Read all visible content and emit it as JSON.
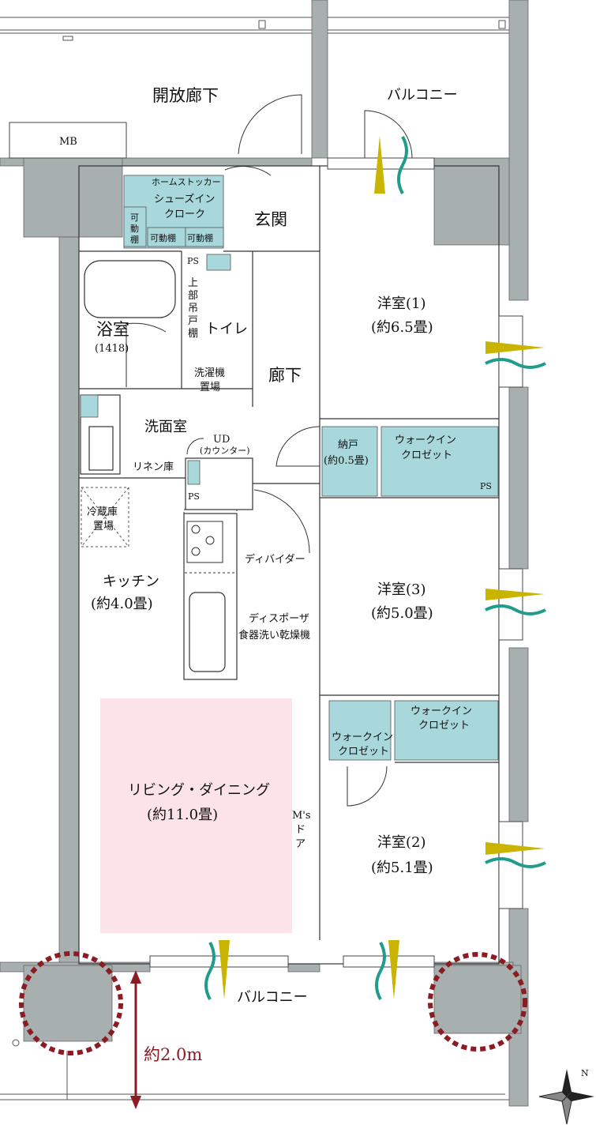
{
  "colors": {
    "wall": "#a7afaf",
    "storage": "#a9d8dc",
    "living": "#fce3e8",
    "yellow": "#c9b400",
    "teal": "#1f9c8c",
    "dimension": "#8b1c24"
  },
  "labels": {
    "open_corridor": "開放廊下",
    "balcony_top": "バルコニー",
    "mb": "MB",
    "home_stocker": "ホームストッカー",
    "shoes_in_1": "シューズイン",
    "shoes_in_2": "クローク",
    "movable_shelf": "可動棚",
    "movable_shelf_v": [
      "可",
      "動",
      "棚"
    ],
    "entrance": "玄関",
    "ps": "PS",
    "upper_cabinet": [
      "上",
      "部",
      "吊",
      "戸",
      "棚"
    ],
    "toilet": "トイレ",
    "bath": "浴室",
    "bath_size": "(1418)",
    "washer_1": "洗濯機",
    "washer_2": "置場",
    "hallway": "廊下",
    "washroom": "洗面室",
    "ud": "UD",
    "counter": "(カウンター)",
    "linen": "リネン庫",
    "fridge_1": "冷蔵庫",
    "fridge_2": "置場",
    "divider": "ディバイダー",
    "kitchen": "キッチン",
    "kitchen_size": "(約4.0畳)",
    "disposer": "ディスポーザ",
    "dishwasher": "食器洗い乾燥機",
    "room1": "洋室(1)",
    "room1_size": "(約6.5畳)",
    "nando": "納戸",
    "nando_size": "(約0.5畳)",
    "wic_1": "ウォークイン",
    "wic_2": "クロゼット",
    "room3": "洋室(3)",
    "room3_size": "(約5.0畳)",
    "living": "リビング・ダイニング",
    "living_size": "(約11.0畳)",
    "ms_door": [
      "M's",
      "ド",
      "ア"
    ],
    "room2": "洋室(2)",
    "room2_size": "(約5.1畳)",
    "balcony_bottom": "バルコニー",
    "balcony_depth": "約2.0m",
    "compass": "N"
  }
}
